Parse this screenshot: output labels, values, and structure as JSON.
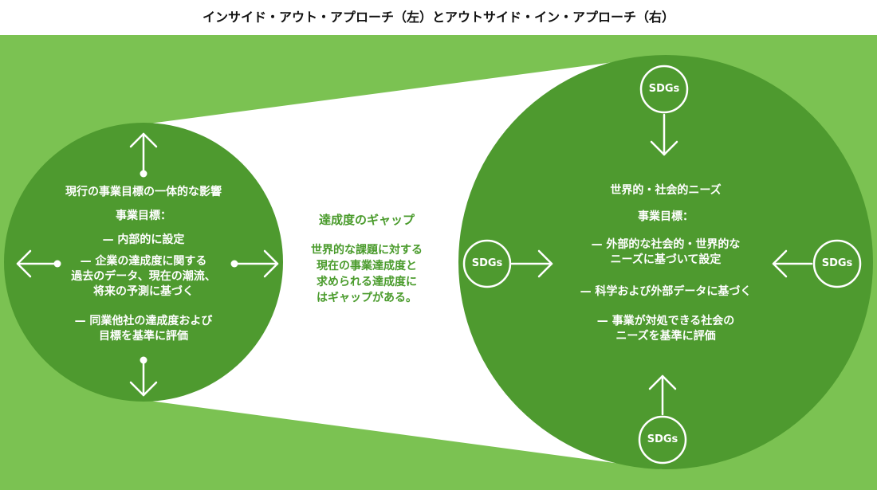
{
  "title": "インサイド・アウト・アプローチ（左）とアウトサイド・イン・アプローチ（右）",
  "colors": {
    "background": "#7bc252",
    "circle": "#4e9a2f",
    "gap_text": "#4a9b2c",
    "white": "#ffffff"
  },
  "left": {
    "heading": "現行の事業目標の一体的な影響",
    "subheading": "事業目標：",
    "item1": "— 内部的に設定",
    "item2_line1": "— 企業の達成度に関する",
    "item2_line2": "過去のデータ、現在の潮流、",
    "item2_line3": "将来の予測に基づく",
    "item3_line1": "— 同業他社の達成度および",
    "item3_line2": "目標を基準に評価"
  },
  "gap": {
    "title": "達成度のギャップ",
    "line1": "世界的な課題に対する",
    "line2": "現在の事業達成度と",
    "line3": "求められる達成度に",
    "line4": "はギャップがある。"
  },
  "right": {
    "heading": "世界的・社会的ニーズ",
    "subheading": "事業目標：",
    "item1_line1": "— 外部的な社会的・世界的な",
    "item1_line2": "ニーズに基づいて設定",
    "item2": "— 科学および外部データに基づく",
    "item3_line1": "— 事業が対処できる社会の",
    "item3_line2": "ニーズを基準に評価",
    "badge_top": "SDGs",
    "badge_left": "SDGs",
    "badge_right": "SDGs",
    "badge_bottom": "SDGs"
  }
}
